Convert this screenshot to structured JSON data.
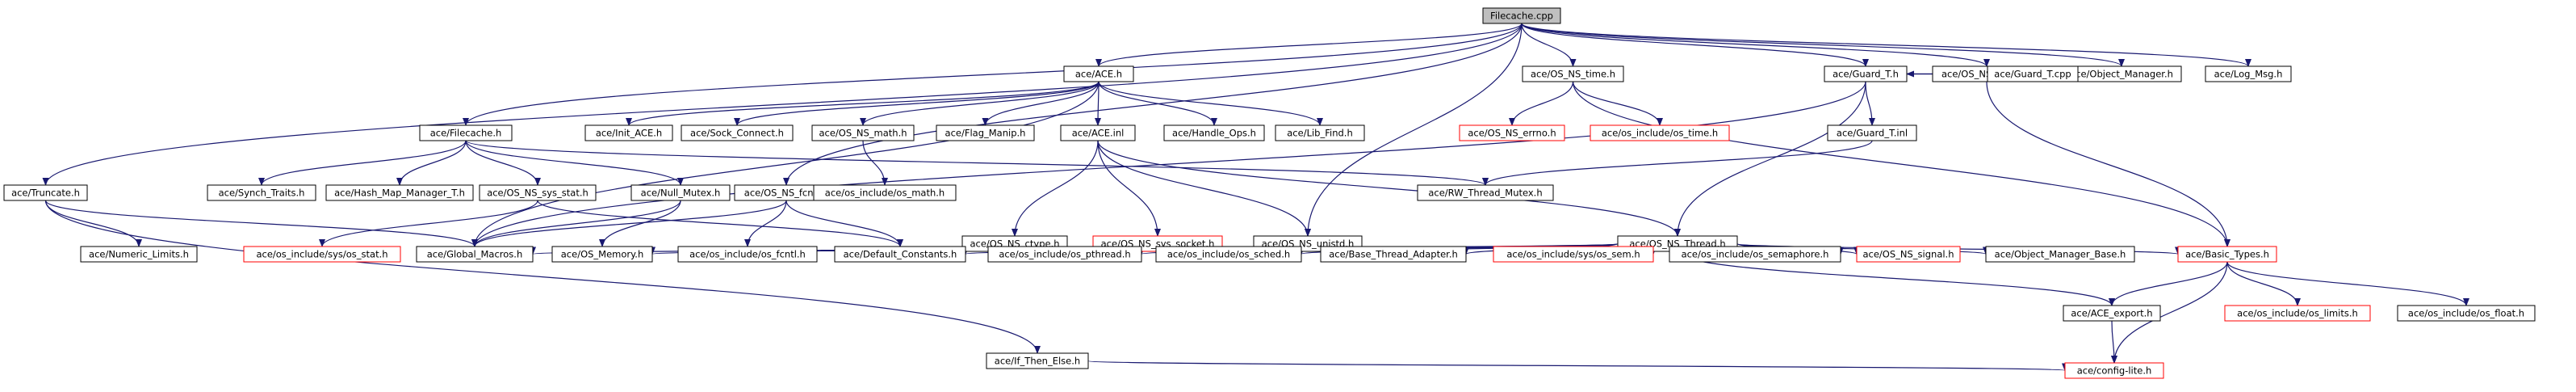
{
  "colors": {
    "edge": "#191970",
    "node_border": "#000000",
    "missing_border": "#ff0000",
    "root_fill": "#bfbfbf"
  },
  "nodes": [
    {
      "id": "filecache_cpp",
      "label": "Filecache.cpp",
      "type": "root"
    },
    {
      "id": "truncate_h",
      "label": "ace/Truncate.h",
      "type": "normal"
    },
    {
      "id": "filecache_h",
      "label": "ace/Filecache.h",
      "type": "normal"
    },
    {
      "id": "ace_h",
      "label": "ace/ACE.h",
      "type": "normal"
    },
    {
      "id": "os_ns_time_h",
      "label": "ace/OS_NS_time.h",
      "type": "normal"
    },
    {
      "id": "guard_t_h",
      "label": "ace/Guard_T.h",
      "type": "normal"
    },
    {
      "id": "os_ns_string_h",
      "label": "ace/OS_NS_string.h",
      "type": "normal"
    },
    {
      "id": "object_manager_h",
      "label": "ace/Object_Manager.h",
      "type": "normal"
    },
    {
      "id": "log_msg_h",
      "label": "ace/Log_Msg.h",
      "type": "normal"
    },
    {
      "id": "init_ace_h",
      "label": "ace/Init_ACE.h",
      "type": "normal"
    },
    {
      "id": "sock_connect_h",
      "label": "ace/Sock_Connect.h",
      "type": "normal"
    },
    {
      "id": "os_ns_math_h",
      "label": "ace/OS_NS_math.h",
      "type": "normal"
    },
    {
      "id": "flag_manip_h",
      "label": "ace/Flag_Manip.h",
      "type": "normal"
    },
    {
      "id": "ace_inl",
      "label": "ace/ACE.inl",
      "type": "normal"
    },
    {
      "id": "handle_ops_h",
      "label": "ace/Handle_Ops.h",
      "type": "normal"
    },
    {
      "id": "lib_find_h",
      "label": "ace/Lib_Find.h",
      "type": "normal"
    },
    {
      "id": "os_ns_errno_h",
      "label": "ace/OS_NS_errno.h",
      "type": "missing"
    },
    {
      "id": "os_include_os_time_h",
      "label": "ace/os_include/os_time.h",
      "type": "missing"
    },
    {
      "id": "guard_t_inl",
      "label": "ace/Guard_T.inl",
      "type": "normal"
    },
    {
      "id": "guard_t_cpp",
      "label": "ace/Guard_T.cpp",
      "type": "normal"
    },
    {
      "id": "synch_traits_h",
      "label": "ace/Synch_Traits.h",
      "type": "normal"
    },
    {
      "id": "hash_map_manager_t_h",
      "label": "ace/Hash_Map_Manager_T.h",
      "type": "normal"
    },
    {
      "id": "os_ns_sys_stat_h",
      "label": "ace/OS_NS_sys_stat.h",
      "type": "normal"
    },
    {
      "id": "null_mutex_h",
      "label": "ace/Null_Mutex.h",
      "type": "normal"
    },
    {
      "id": "os_ns_fcntl_h",
      "label": "ace/OS_NS_fcntl.h",
      "type": "normal"
    },
    {
      "id": "os_include_os_math_h",
      "label": "ace/os_include/os_math.h",
      "type": "normal"
    },
    {
      "id": "os_ns_ctype_h",
      "label": "ace/OS_NS_ctype.h",
      "type": "normal"
    },
    {
      "id": "os_ns_sys_socket_h",
      "label": "ace/OS_NS_sys_socket.h",
      "type": "missing"
    },
    {
      "id": "os_ns_unistd_h",
      "label": "ace/OS_NS_unistd.h",
      "type": "normal"
    },
    {
      "id": "rw_thread_mutex_h",
      "label": "ace/RW_Thread_Mutex.h",
      "type": "normal"
    },
    {
      "id": "os_ns_thread_h",
      "label": "ace/OS_NS_Thread.h",
      "type": "normal"
    },
    {
      "id": "numeric_limits_h",
      "label": "ace/Numeric_Limits.h",
      "type": "normal"
    },
    {
      "id": "os_include_sys_os_stat_h",
      "label": "ace/os_include/sys/os_stat.h",
      "type": "missing"
    },
    {
      "id": "global_macros_h",
      "label": "ace/Global_Macros.h",
      "type": "normal"
    },
    {
      "id": "os_memory_h",
      "label": "ace/OS_Memory.h",
      "type": "normal"
    },
    {
      "id": "os_include_os_fcntl_h",
      "label": "ace/os_include/os_fcntl.h",
      "type": "normal"
    },
    {
      "id": "default_constants_h",
      "label": "ace/Default_Constants.h",
      "type": "normal"
    },
    {
      "id": "os_include_os_pthread_h",
      "label": "ace/os_include/os_pthread.h",
      "type": "normal"
    },
    {
      "id": "os_include_os_sched_h",
      "label": "ace/os_include/os_sched.h",
      "type": "normal"
    },
    {
      "id": "base_thread_adapter_h",
      "label": "ace/Base_Thread_Adapter.h",
      "type": "normal"
    },
    {
      "id": "os_include_sys_os_sem_h",
      "label": "ace/os_include/sys/os_sem.h",
      "type": "missing"
    },
    {
      "id": "os_include_os_semaphore_h",
      "label": "ace/os_include/os_semaphore.h",
      "type": "normal"
    },
    {
      "id": "os_ns_signal_h",
      "label": "ace/OS_NS_signal.h",
      "type": "missing"
    },
    {
      "id": "object_manager_base_h",
      "label": "ace/Object_Manager_Base.h",
      "type": "normal"
    },
    {
      "id": "basic_types_h",
      "label": "ace/Basic_Types.h",
      "type": "missing"
    },
    {
      "id": "if_then_else_h",
      "label": "ace/If_Then_Else.h",
      "type": "normal"
    },
    {
      "id": "ace_export_h",
      "label": "ace/ACE_export.h",
      "type": "normal"
    },
    {
      "id": "os_include_os_limits_h",
      "label": "ace/os_include/os_limits.h",
      "type": "missing"
    },
    {
      "id": "os_include_os_float_h",
      "label": "ace/os_include/os_float.h",
      "type": "normal"
    },
    {
      "id": "config_lite_h",
      "label": "ace/config-lite.h",
      "type": "missing"
    }
  ],
  "edges": [
    [
      "filecache_cpp",
      "truncate_h"
    ],
    [
      "filecache_cpp",
      "filecache_h"
    ],
    [
      "filecache_cpp",
      "ace_h"
    ],
    [
      "filecache_cpp",
      "os_ns_time_h"
    ],
    [
      "filecache_cpp",
      "guard_t_h"
    ],
    [
      "filecache_cpp",
      "os_ns_string_h"
    ],
    [
      "filecache_cpp",
      "object_manager_h"
    ],
    [
      "filecache_cpp",
      "log_msg_h"
    ],
    [
      "filecache_cpp",
      "os_ns_unistd_h"
    ],
    [
      "filecache_cpp",
      "os_ns_fcntl_h"
    ],
    [
      "truncate_h",
      "numeric_limits_h"
    ],
    [
      "truncate_h",
      "global_macros_h"
    ],
    [
      "truncate_h",
      "if_then_else_h"
    ],
    [
      "filecache_h",
      "synch_traits_h"
    ],
    [
      "filecache_h",
      "hash_map_manager_t_h"
    ],
    [
      "filecache_h",
      "os_ns_sys_stat_h"
    ],
    [
      "filecache_h",
      "null_mutex_h"
    ],
    [
      "filecache_h",
      "rw_thread_mutex_h"
    ],
    [
      "ace_h",
      "init_ace_h"
    ],
    [
      "ace_h",
      "sock_connect_h"
    ],
    [
      "ace_h",
      "os_ns_math_h"
    ],
    [
      "ace_h",
      "flag_manip_h"
    ],
    [
      "ace_h",
      "ace_inl"
    ],
    [
      "ace_h",
      "handle_ops_h"
    ],
    [
      "ace_h",
      "lib_find_h"
    ],
    [
      "ace_h",
      "global_macros_h"
    ],
    [
      "os_ns_math_h",
      "os_include_os_math_h"
    ],
    [
      "ace_inl",
      "os_ns_ctype_h"
    ],
    [
      "ace_inl",
      "os_ns_sys_socket_h"
    ],
    [
      "ace_inl",
      "os_ns_unistd_h"
    ],
    [
      "ace_inl",
      "os_ns_thread_h"
    ],
    [
      "os_ns_time_h",
      "os_ns_errno_h"
    ],
    [
      "os_ns_time_h",
      "os_include_os_time_h"
    ],
    [
      "os_ns_time_h",
      "basic_types_h"
    ],
    [
      "guard_t_h",
      "guard_t_inl"
    ],
    [
      "guard_t_h",
      "guard_t_cpp"
    ],
    [
      "guard_t_h",
      "os_ns_thread_h"
    ],
    [
      "guard_t_h",
      "global_macros_h"
    ],
    [
      "guard_t_cpp",
      "guard_t_h"
    ],
    [
      "guard_t_inl",
      "rw_thread_mutex_h"
    ],
    [
      "os_ns_string_h",
      "basic_types_h"
    ],
    [
      "os_ns_sys_stat_h",
      "os_include_sys_os_stat_h"
    ],
    [
      "os_ns_sys_stat_h",
      "default_constants_h"
    ],
    [
      "null_mutex_h",
      "os_memory_h"
    ],
    [
      "null_mutex_h",
      "global_macros_h"
    ],
    [
      "os_ns_fcntl_h",
      "global_macros_h"
    ],
    [
      "os_ns_fcntl_h",
      "os_include_os_fcntl_h"
    ],
    [
      "os_ns_fcntl_h",
      "default_constants_h"
    ],
    [
      "os_ns_thread_h",
      "global_macros_h"
    ],
    [
      "os_ns_thread_h",
      "os_memory_h"
    ],
    [
      "os_ns_thread_h",
      "default_constants_h"
    ],
    [
      "os_ns_thread_h",
      "os_include_os_pthread_h"
    ],
    [
      "os_ns_thread_h",
      "os_include_os_sched_h"
    ],
    [
      "os_ns_thread_h",
      "base_thread_adapter_h"
    ],
    [
      "os_ns_thread_h",
      "os_include_sys_os_sem_h"
    ],
    [
      "os_ns_thread_h",
      "os_include_os_semaphore_h"
    ],
    [
      "os_ns_thread_h",
      "os_ns_signal_h"
    ],
    [
      "os_ns_thread_h",
      "object_manager_base_h"
    ],
    [
      "os_ns_thread_h",
      "basic_types_h"
    ],
    [
      "os_ns_thread_h",
      "ace_export_h"
    ],
    [
      "basic_types_h",
      "ace_export_h"
    ],
    [
      "basic_types_h",
      "os_include_os_limits_h"
    ],
    [
      "basic_types_h",
      "os_include_os_float_h"
    ],
    [
      "basic_types_h",
      "config_lite_h"
    ],
    [
      "ace_export_h",
      "config_lite_h"
    ],
    [
      "if_then_else_h",
      "config_lite_h"
    ]
  ]
}
